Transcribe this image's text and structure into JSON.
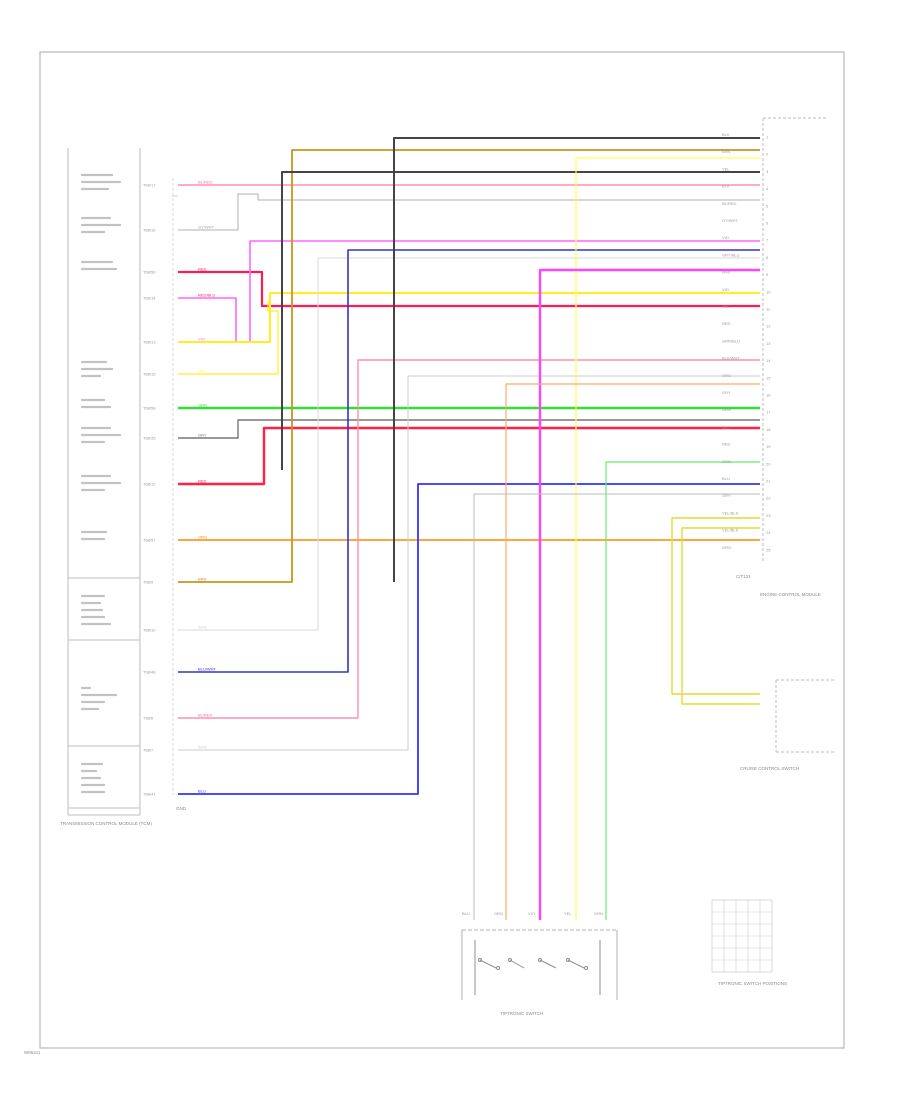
{
  "page": {
    "code": "W86411"
  },
  "tcm_pins": [
    {
      "pin": "T68/17",
      "wire": "BL/RED",
      "color": "#ff6a9a",
      "group": "1"
    },
    {
      "pin": "T68/16",
      "wire": "GY/WHT",
      "color": "#a0a0a0",
      "group": "1"
    },
    {
      "pin": "T68/56",
      "wire": "RED",
      "color": "#ff1a55",
      "group": "2"
    },
    {
      "pin": "T68/14",
      "wire": "RED/BLU",
      "color": "#ff1a55",
      "group": "2"
    },
    {
      "pin": "T68/13",
      "wire": "VIO",
      "color": "#ff66ff",
      "group": "3"
    },
    {
      "pin": "T68/15",
      "wire": "YEL",
      "color": "#ffff33",
      "group": "3"
    },
    {
      "pin": "T68/58",
      "wire": "GRN",
      "color": "#33dd33",
      "group": "4"
    },
    {
      "pin": "T68/35",
      "wire": "GRY",
      "color": "#777777",
      "group": "4"
    },
    {
      "pin": "T68/12",
      "wire": "RED",
      "color": "#ff2244",
      "group": "5"
    },
    {
      "pin": "T68/57",
      "wire": "ORG",
      "color": "#ff8800",
      "group": "6"
    },
    {
      "pin": "T68/9",
      "wire": "BRN",
      "color": "#c8961e",
      "group": "7"
    },
    {
      "pin": "T68/10",
      "wire": "WHT",
      "color": "#cccccc",
      "group": "7"
    },
    {
      "pin": "T68/48",
      "wire": "BLU/WHT",
      "color": "#3333cc",
      "group": "8"
    },
    {
      "pin": "T68/6",
      "wire": "BL/RED",
      "color": "#ff6a9a",
      "group": "8"
    },
    {
      "pin": "T68/7",
      "wire": "WHT",
      "color": "#cccccc",
      "group": "9"
    },
    {
      "pin": "T68/47",
      "wire": "BLU",
      "color": "#3333ff",
      "group": "9"
    }
  ],
  "ecm_pins": [
    {
      "pin": "1",
      "wire": "BLK"
    },
    {
      "pin": "2",
      "wire": "BRN"
    },
    {
      "pin": "3",
      "wire": "YEL"
    },
    {
      "pin": "4",
      "wire": "BLK"
    },
    {
      "pin": "5",
      "wire": "BL/RED"
    },
    {
      "pin": "6",
      "wire": "GY/WHT"
    },
    {
      "pin": "7",
      "wire": "VIO"
    },
    {
      "pin": "8",
      "wire": "GRY/BLU"
    },
    {
      "pin": "9",
      "wire": "WHT"
    },
    {
      "pin": "10",
      "wire": "VIO"
    },
    {
      "pin": "11",
      "wire": "YEL"
    },
    {
      "pin": "12",
      "wire": "RED"
    },
    {
      "pin": "13",
      "wire": "GRN/BLU"
    },
    {
      "pin": "14",
      "wire": "BLK/WHT"
    },
    {
      "pin": "15",
      "wire": "ORG"
    },
    {
      "pin": "16",
      "wire": "GRY"
    },
    {
      "pin": "17",
      "wire": "GRN"
    },
    {
      "pin": "18",
      "wire": "BLK"
    },
    {
      "pin": "19",
      "wire": "RED"
    },
    {
      "pin": "20",
      "wire": "GRN"
    },
    {
      "pin": "21",
      "wire": "BLU"
    },
    {
      "pin": "22",
      "wire": "GRY"
    },
    {
      "pin": "23",
      "wire": "YEL/BLK"
    },
    {
      "pin": "24",
      "wire": "YEL/BLK"
    },
    {
      "pin": "25",
      "wire": "ORG"
    }
  ],
  "switch_wires": [
    "BLU",
    "ORG",
    "VIO",
    "YEL",
    "GRN"
  ],
  "labels": {
    "tcm_name": "TRANSMISSION CONTROL MODULE (TCM)",
    "tcm_ground": "GND",
    "ecm_name": "ENGINE CONTROL MODULE",
    "ecm_connector": "C/T121",
    "cruise_name": "CRUISE CONTROL SWITCH",
    "switch_name": "TIPTRONIC SWITCH",
    "grid_name": "TIPTRONIC SWITCH POSITIONS"
  },
  "colors": {
    "frame": "#b8b8b8",
    "component": "#bdbdbd",
    "text": "#8a8a8a"
  }
}
